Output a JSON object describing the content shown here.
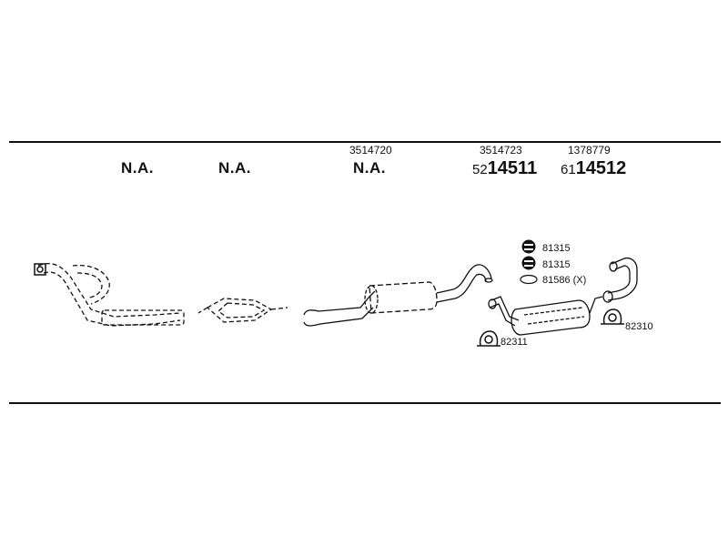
{
  "header_labels": [
    {
      "top": "",
      "main": "N.A."
    },
    {
      "top": "",
      "main": "N.A."
    },
    {
      "top": "3514720",
      "main": "N.A."
    },
    {
      "top": "3514723",
      "prefix": "52",
      "main": "14511"
    },
    {
      "top": "1378779",
      "prefix": "61",
      "main": "14512"
    }
  ],
  "side_parts": [
    {
      "code": "81315"
    },
    {
      "code": "81315"
    },
    {
      "code": "81586 (X)"
    },
    {
      "code": "82310"
    },
    {
      "code": "82311"
    }
  ]
}
